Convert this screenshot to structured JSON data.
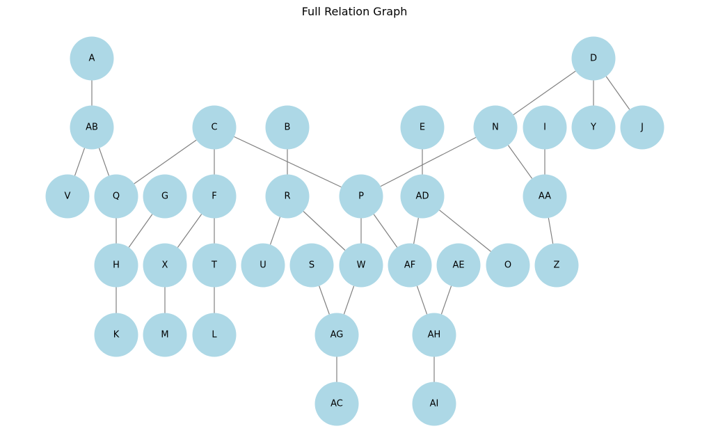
{
  "title": "Full Relation Graph",
  "colors": {
    "node_fill": "#add8e6",
    "edge": "#808080",
    "label": "#000000",
    "background": "#ffffff"
  },
  "nodes": [
    "A",
    "AB",
    "V",
    "Q",
    "H",
    "K",
    "C",
    "F",
    "X",
    "M",
    "T",
    "L",
    "G",
    "B",
    "R",
    "U",
    "W",
    "S",
    "AG",
    "AC",
    "P",
    "E",
    "AD",
    "AF",
    "AH",
    "AI",
    "AE",
    "O",
    "D",
    "N",
    "I",
    "AA",
    "Z",
    "Y",
    "J"
  ],
  "edges": [
    [
      "A",
      "AB"
    ],
    [
      "AB",
      "V"
    ],
    [
      "AB",
      "Q"
    ],
    [
      "Q",
      "H"
    ],
    [
      "G",
      "H"
    ],
    [
      "H",
      "K"
    ],
    [
      "C",
      "Q"
    ],
    [
      "C",
      "F"
    ],
    [
      "C",
      "P"
    ],
    [
      "F",
      "X"
    ],
    [
      "F",
      "T"
    ],
    [
      "X",
      "M"
    ],
    [
      "T",
      "L"
    ],
    [
      "B",
      "R"
    ],
    [
      "R",
      "U"
    ],
    [
      "R",
      "W"
    ],
    [
      "P",
      "W"
    ],
    [
      "P",
      "AF"
    ],
    [
      "W",
      "AG"
    ],
    [
      "S",
      "AG"
    ],
    [
      "AG",
      "AC"
    ],
    [
      "E",
      "AD"
    ],
    [
      "AD",
      "AF"
    ],
    [
      "AD",
      "O"
    ],
    [
      "AF",
      "AH"
    ],
    [
      "AE",
      "AH"
    ],
    [
      "AH",
      "AI"
    ],
    [
      "D",
      "N"
    ],
    [
      "D",
      "Y"
    ],
    [
      "D",
      "J"
    ],
    [
      "N",
      "P"
    ],
    [
      "N",
      "AA"
    ],
    [
      "I",
      "AA"
    ],
    [
      "AA",
      "Z"
    ]
  ]
}
